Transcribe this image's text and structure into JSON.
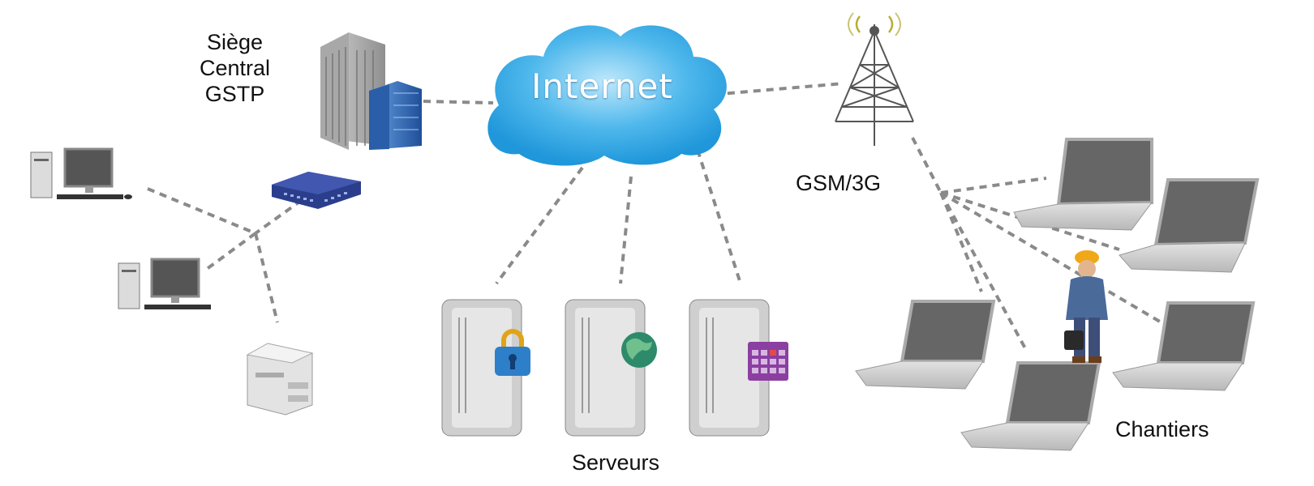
{
  "labels": {
    "hq_line1": "Siège",
    "hq_line2": "Central",
    "hq_line3": "GSTP",
    "internet": "Internet",
    "gsm": "GSM/3G",
    "servers": "Serveurs",
    "sites": "Chantiers"
  },
  "nodes": {
    "headquarters": "building-icon",
    "network_switch": "network-switch-icon",
    "workstations": [
      "desktop-computer-icon",
      "desktop-computer-icon"
    ],
    "printer": "printer-icon",
    "cloud": "internet-cloud-icon",
    "antenna": "cell-tower-icon",
    "servers": [
      "security-server-icon",
      "web-server-icon",
      "calendar-server-icon"
    ],
    "laptops": [
      "laptop-icon",
      "laptop-icon",
      "laptop-icon",
      "laptop-icon",
      "laptop-icon"
    ],
    "worker": "construction-worker-icon"
  },
  "colors": {
    "cloud": "#3ab0e6",
    "link": "#8a8a8a",
    "switch": "#2b3e8c",
    "building_glass": "#3568b5",
    "lock": "#2e7fc9",
    "globe": "#2d8a6a",
    "calendar": "#8b3fa0",
    "helmet": "#f0a818"
  }
}
